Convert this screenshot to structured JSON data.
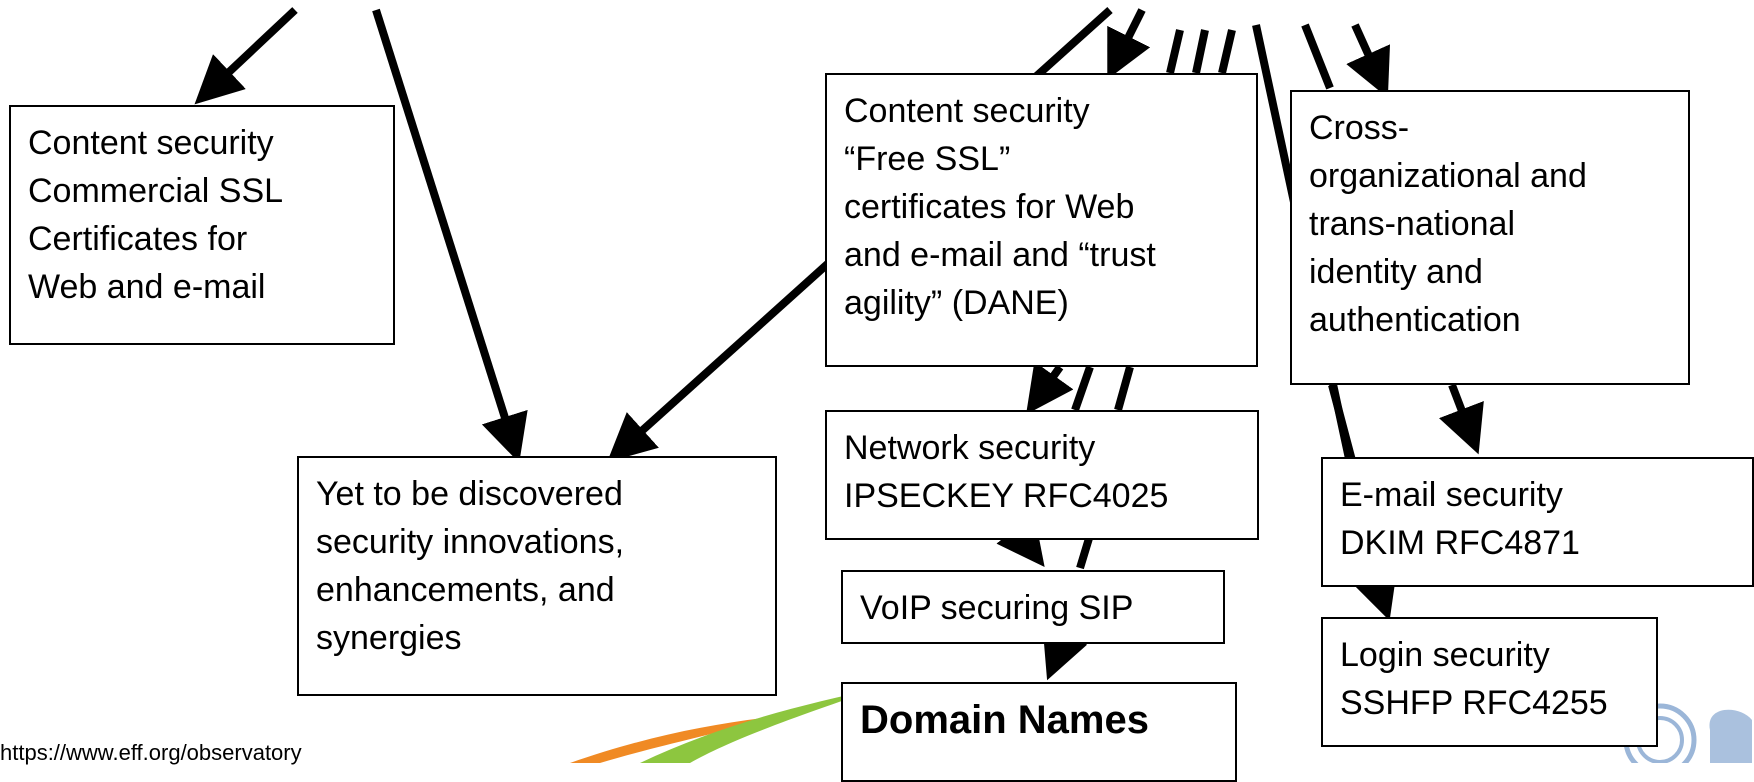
{
  "boxes": {
    "commercial_ssl": "Content security\nCommercial SSL\nCertificates for\nWeb and e-mail",
    "yet_to_discover": "Yet to be discovered\nsecurity innovations,\nenhancements, and\nsynergies",
    "free_ssl": "Content security\n“Free SSL”\ncertificates for Web\nand e-mail and “trust\nagility” (DANE)",
    "cross_org": "Cross-\norganizational and\ntrans-national\nidentity and\nauthentication",
    "network_security": "Network security\nIPSECKEY RFC4025",
    "voip": "VoIP securing SIP",
    "email_security": "E-mail security\n DKIM RFC4871",
    "login_security": "Login security\nSSHFP RFC4255",
    "domain_names": "Domain Names"
  },
  "footer": {
    "url": "https://www.eff.org/observatory"
  },
  "colors": {
    "arrow": "#000000",
    "swoosh_orange": "#f08a24",
    "swoosh_green": "#8dc63f",
    "logo_blue": "#9bb6d8"
  }
}
